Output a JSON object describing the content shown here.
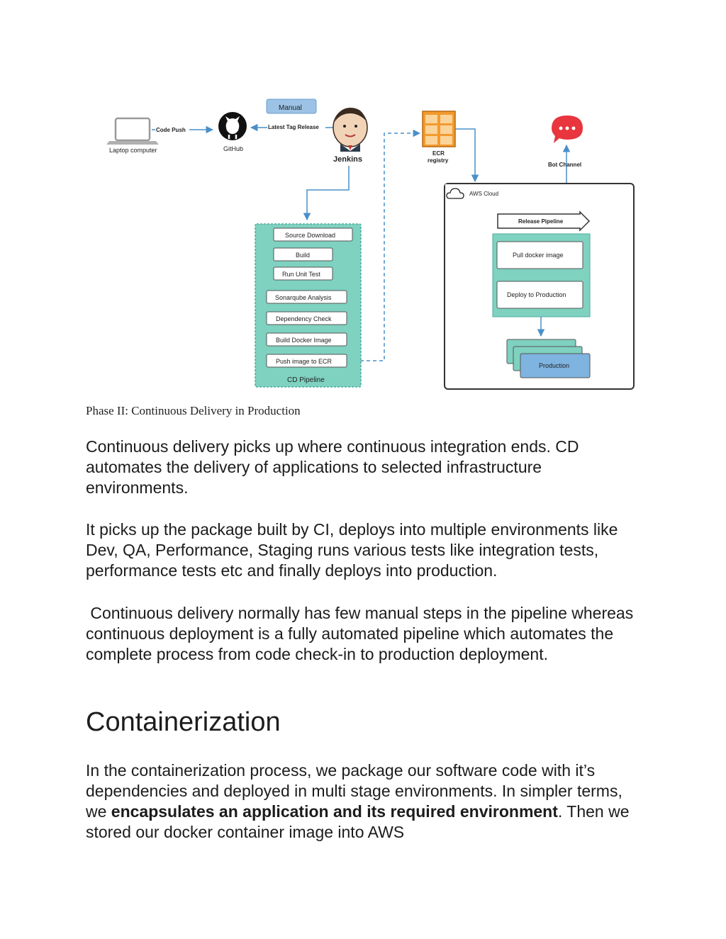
{
  "diagram": {
    "laptop_label": "Laptop computer",
    "code_push_label": "Code Push",
    "github_label": "GitHub",
    "manual_label": "Manual",
    "latest_tag_label": "Latest Tag Release",
    "jenkins_label": "Jenkins",
    "ecr_label_line1": "ECR",
    "ecr_label_line2": "registry",
    "bot_channel_label": "Bot Channel",
    "aws_cloud_label": "AWS Cloud",
    "release_pipeline_label": "Release Pipeline",
    "pull_docker_label": "Pull docker image",
    "deploy_prod_label": "Deploy to Production",
    "production_label": "Production",
    "cd_pipeline_label": "CD Pipeline",
    "cd_steps": {
      "source_download": "Source Download",
      "build": "Build",
      "run_unit_test": "Run Unit Test",
      "sonarqube": "Sonarqube Analysis",
      "dependency_check": "Dependency Check",
      "build_docker": "Build Docker Image",
      "push_ecr": "Push image to ECR"
    },
    "colors": {
      "pipeline_teal": "#7fd1c0",
      "manual_blue": "#9cc3e6",
      "production_blue": "#7fb3e0",
      "arrow_blue": "#4a8fc9",
      "ecr_orange": "#f29a2e",
      "rocket_red": "#e8353e"
    }
  },
  "caption": "Phase II: Continuous Delivery in Production",
  "paragraphs": {
    "p1": "Continuous delivery picks up where continuous integration ends. CD automates the delivery of applications to selected infrastructure environments.",
    "p2": "It picks up the package built by CI, deploys into multiple environments like Dev, QA, Performance, Staging runs various tests like integration tests, performance tests etc and finally deploys into production.",
    "p3": " Continuous delivery normally has few manual steps in the pipeline whereas continuous deployment is a fully automated pipeline which automates the complete process from code check-in to production deployment.",
    "p4_start": "In the containerization process, we package our software code with it’s dependencies and deployed in multi stage environments. In simpler terms, we ",
    "p4_bold": "encapsulates an application and its required environment",
    "p4_end": ". Then we stored our docker container image into AWS"
  },
  "heading": "Containerization"
}
